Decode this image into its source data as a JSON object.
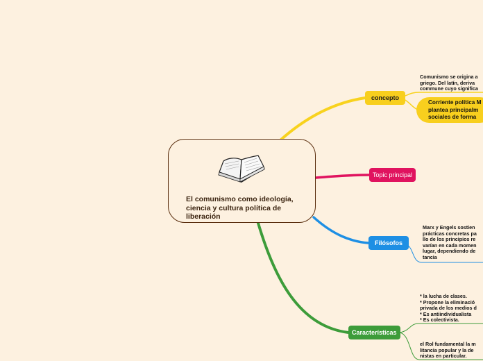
{
  "central": {
    "title": "El comunismo como ideología, ciencia y cultura política de liberación",
    "icon": "open-book-icon"
  },
  "colors": {
    "background": "#fdf1e0",
    "concepto": "#f8cf1e",
    "topic": "#e0135f",
    "filosofos": "#1e8fe4",
    "caracteristicas": "#3d9c3a"
  },
  "topics": {
    "concepto": "concepto",
    "topic_principal": "Topic principal",
    "filosofos": "Filósofos",
    "caracteristicas": "Características"
  },
  "notes": {
    "concepto_def": "Comunismo se origina a\ngriego. Del latín, deriva\ncommune cuyo significa",
    "concepto_bubble": "Corriente política M\nplantea principalm\nsociales de forma",
    "filosofos": "Marx y Engels sostien\nprácticas concretas pa\nllo de los principios re\nvarían en cada momen\nlugar, dependiendo de\ntancia",
    "caracteristicas_1": "* la lucha de clases.\n* Propone la eliminació\nprivada de los medios d\n* Es antiindividualista\n* Es colectivista.",
    "caracteristicas_2": "el Rol fundamental la m\nlitancia popular y la de\nnistas en particular."
  }
}
